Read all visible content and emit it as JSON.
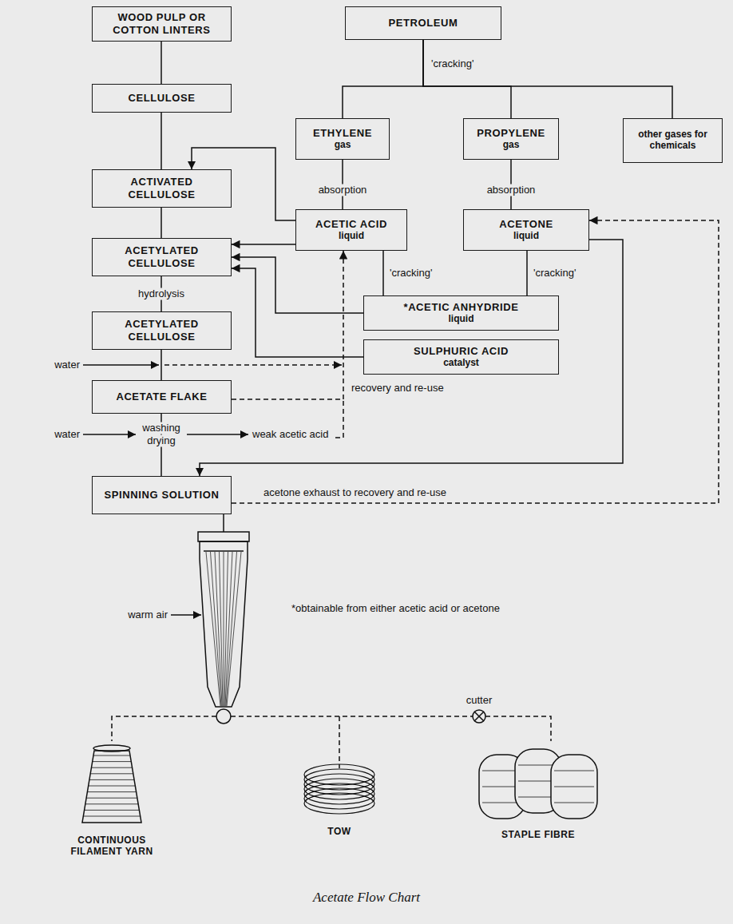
{
  "diagram": {
    "caption": "Acetate Flow Chart",
    "nodes": [
      {
        "text": [
          "WOOD PULP OR COTTON LINTERS"
        ]
      },
      {
        "text": [
          "CELLULOSE"
        ]
      },
      {
        "text": [
          "ACTIVATED CELLULOSE"
        ]
      },
      {
        "text": [
          "ACETYLATED CELLULOSE"
        ]
      },
      {
        "text": [
          "ACETYLATED CELLULOSE"
        ]
      },
      {
        "text": [
          "ACETATE FLAKE"
        ]
      },
      {
        "text": [
          "SPINNING SOLUTION"
        ]
      },
      {
        "text": [
          "PETROLEUM"
        ]
      },
      {
        "text": [
          "ETHYLENE",
          "gas"
        ]
      },
      {
        "text": [
          "PROPYLENE",
          "gas"
        ]
      },
      {
        "text": [
          "other gases for chemicals"
        ]
      },
      {
        "text": [
          "ACETIC ACID",
          "liquid"
        ]
      },
      {
        "text": [
          "ACETONE",
          "liquid"
        ]
      },
      {
        "text": [
          "*ACETIC ANHYDRIDE",
          "liquid"
        ]
      },
      {
        "text": [
          "SULPHURIC ACID",
          "catalyst"
        ]
      }
    ],
    "edges": [
      {
        "from": 0,
        "to": 1,
        "arrow": "none"
      },
      {
        "from": 1,
        "to": 2,
        "arrow": "none"
      },
      {
        "from": 2,
        "to": 3,
        "arrow": "none"
      },
      {
        "from": 3,
        "to": 4,
        "arrow": "none",
        "label": "hydrolysis"
      },
      {
        "from": 4,
        "to": 5,
        "arrow": "none"
      },
      {
        "from": 5,
        "to": 6,
        "arrow": "none"
      },
      {
        "from": 7,
        "to": 8,
        "arrow": "none"
      },
      {
        "from": 7,
        "to": 9,
        "arrow": "none"
      },
      {
        "from": 7,
        "to": 10,
        "arrow": "none"
      },
      {
        "from": 8,
        "to": 11,
        "arrow": "none",
        "label": "absorption"
      },
      {
        "from": 9,
        "to": 12,
        "arrow": "none",
        "label": "absorption"
      },
      {
        "from": 11,
        "to": 13,
        "arrow": "none",
        "label": "'cracking'"
      },
      {
        "from": 12,
        "to": 13,
        "arrow": "none",
        "label": "'cracking'"
      },
      {
        "from": 11,
        "to": 2,
        "arrow": "to"
      },
      {
        "from": 11,
        "to": 3,
        "arrow": "to"
      },
      {
        "from": 13,
        "to": 3,
        "arrow": "to"
      },
      {
        "from": 14,
        "to": 3,
        "arrow": "to"
      },
      {
        "from": 12,
        "to": 6,
        "arrow": "to"
      },
      {
        "from": 5,
        "to": 11,
        "arrow": "to",
        "label": "recovery and re-use"
      },
      {
        "from": 6,
        "to": 12,
        "arrow": "to",
        "label": "acetone exhaust to recovery and re-use"
      }
    ],
    "labels": [
      "'cracking'",
      "water",
      "water",
      "washing",
      "drying",
      "weak acetic acid",
      "*obtainable from either acetic acid or acetone",
      "warm air",
      "cutter",
      "CONTINUOUS FILAMENT YARN",
      "TOW",
      "STAPLE FIBRE"
    ]
  }
}
